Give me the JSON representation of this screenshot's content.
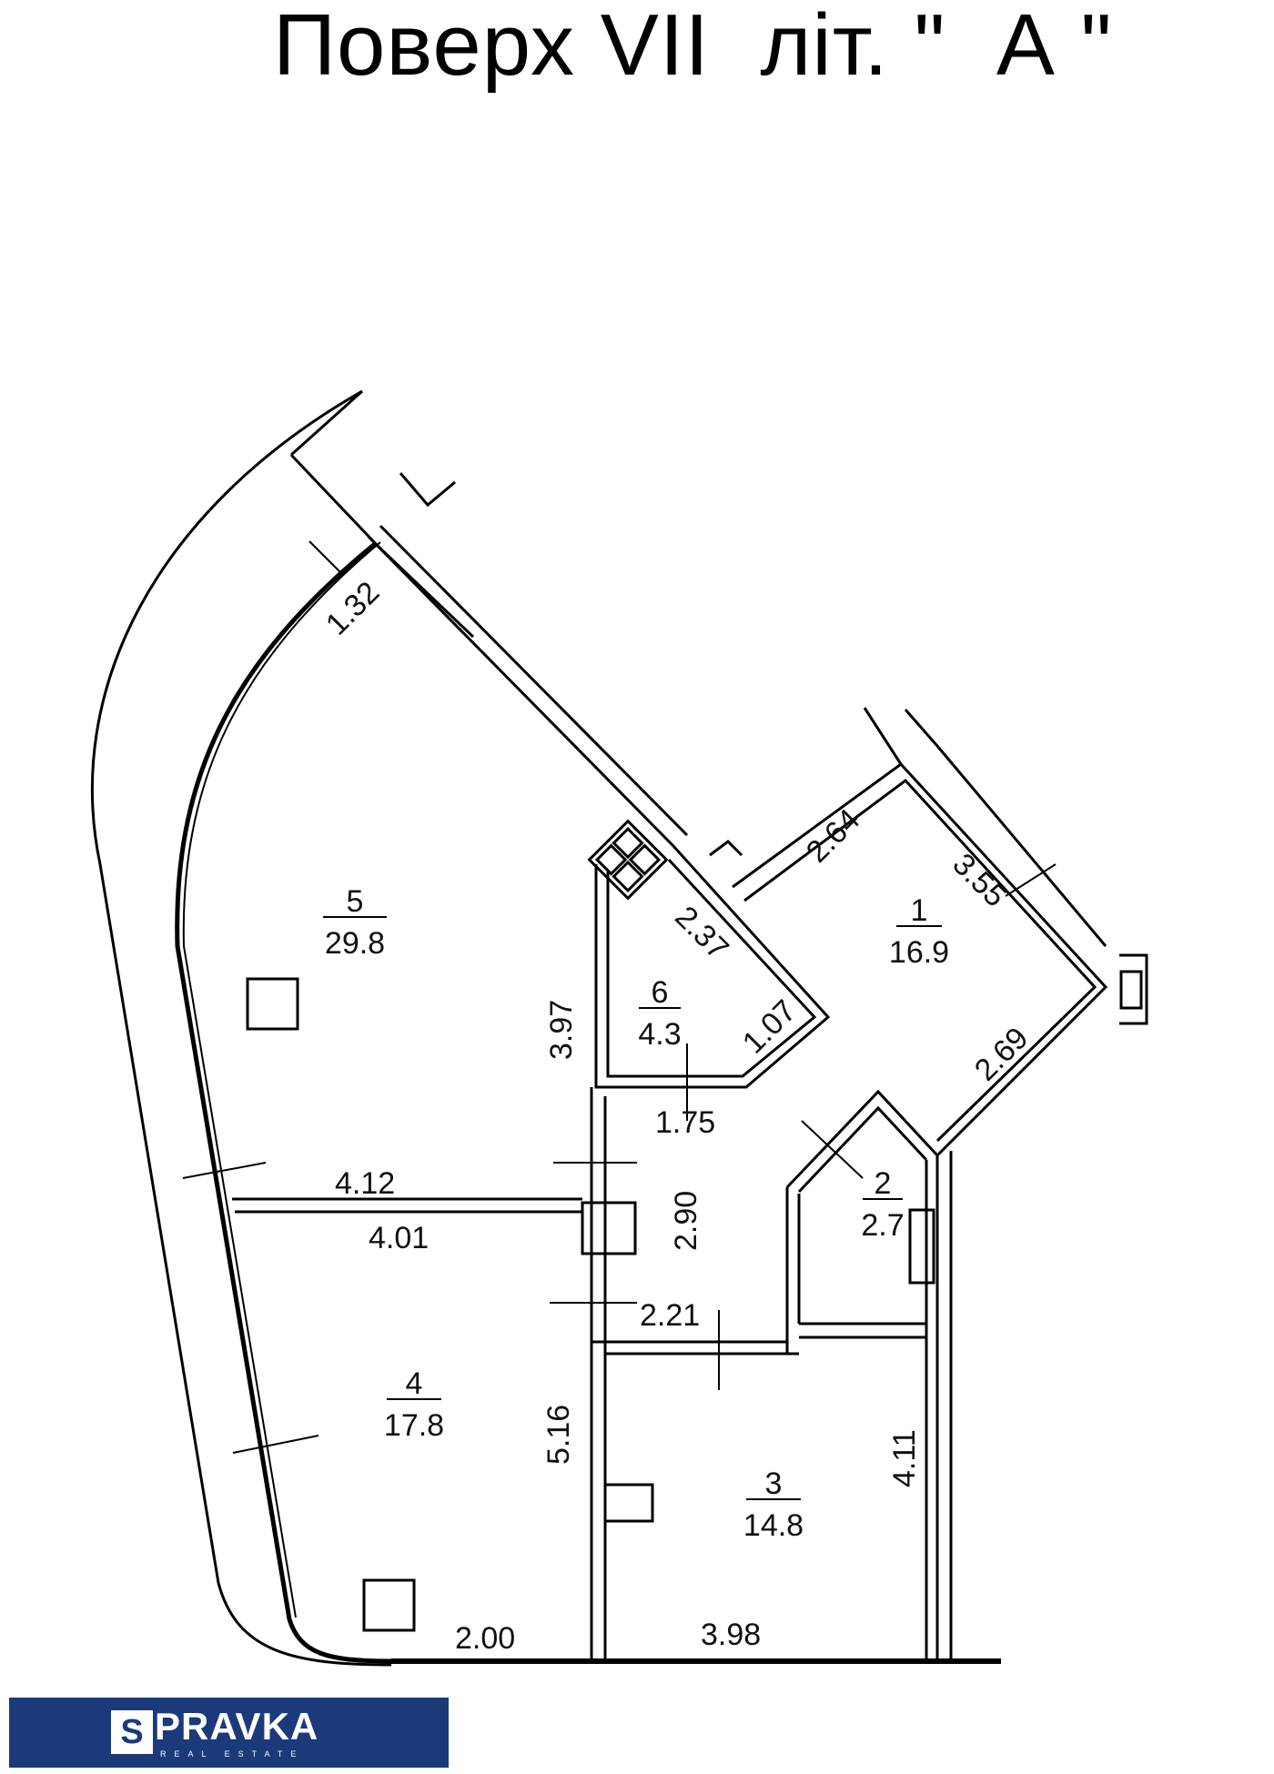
{
  "title": "Поверх VII  літ. \"  А \"",
  "rooms": [
    {
      "number": "1",
      "area": "16.9"
    },
    {
      "number": "2",
      "area": "2.7"
    },
    {
      "number": "3",
      "area": "14.8"
    },
    {
      "number": "4",
      "area": "17.8"
    },
    {
      "number": "5",
      "area": "29.8"
    },
    {
      "number": "6",
      "area": "4.3"
    }
  ],
  "dimensions": [
    "1.32",
    "2.64",
    "3.55",
    "2.37",
    "1.07",
    "3.97",
    "1.75",
    "2.69",
    "4.12",
    "4.01",
    "2.90",
    "2.21",
    "5.16",
    "4.11",
    "2.00",
    "3.98"
  ],
  "logo": {
    "mark": "S",
    "name": "PRAVKA",
    "tagline": "REAL ESTATE"
  },
  "colors": {
    "logo_background": "#1a3a7a",
    "lines": "#000000"
  }
}
